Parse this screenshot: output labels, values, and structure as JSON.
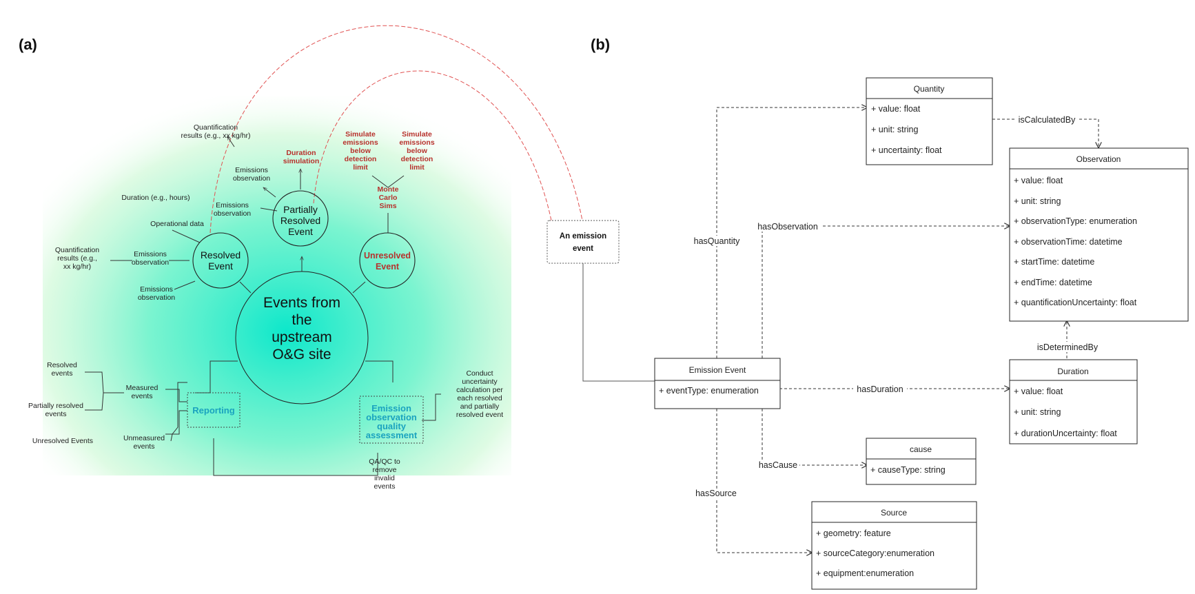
{
  "panel_a": {
    "label": "(a)",
    "central": [
      "Events from",
      "the",
      "upstream",
      "O&G site"
    ],
    "resolved": [
      "Resolved",
      "Event"
    ],
    "partially_resolved": [
      "Partially",
      "Resolved",
      "Event"
    ],
    "unresolved": [
      "Unresolved",
      "Event"
    ],
    "reporting": "Reporting",
    "emission_obs_quality": [
      "Emission",
      "observation",
      "quality",
      "assessment"
    ],
    "quantification_top": [
      "Quantification",
      "results (e.g., xx kg/hr)"
    ],
    "emissions_observation": [
      "Emissions",
      "observation"
    ],
    "duration_simulation": [
      "Duration",
      "simulation"
    ],
    "simulate_emissions": [
      "Simulate",
      "emissions",
      "below",
      "detection",
      "limit"
    ],
    "monte_carlo": [
      "Monte",
      "Carlo",
      "Sims"
    ],
    "duration_hours": "Duration (e.g., hours)",
    "operational_data": "Operational data",
    "quantification_left": [
      "Quantification",
      "results (e.g.,",
      "xx kg/hr)"
    ],
    "resolved_events": [
      "Resolved",
      "events"
    ],
    "partially_resolved_events": [
      "Partially resolved",
      "events"
    ],
    "unresolved_events": "Unresolved Events",
    "measured_events": [
      "Measured",
      "events"
    ],
    "unmeasured_events": [
      "Unmeasured",
      "events"
    ],
    "conduct_uncertainty": [
      "Conduct",
      "uncertainty",
      "calculation per",
      "each resolved",
      "and partially",
      "resolved event"
    ],
    "qaqc": [
      "QA/QC to",
      "remove",
      "invalid",
      "events"
    ],
    "an_emission_event": [
      "An emission",
      "event"
    ]
  },
  "panel_b": {
    "label": "(b)",
    "classes": {
      "quantity": {
        "name": "Quantity",
        "attrs": [
          "+ value: float",
          "+ unit: string",
          "+ uncertainty: float"
        ]
      },
      "observation": {
        "name": "Observation",
        "attrs": [
          "+ value: float",
          "+ unit: string",
          "+ observationType: enumeration",
          "+ observationTime: datetime",
          "+ startTime: datetime",
          "+ endTime: datetime",
          "+ quantificationUncertainty: float"
        ]
      },
      "emission_event": {
        "name": "Emission Event",
        "attrs": [
          "+ eventType: enumeration"
        ]
      },
      "duration": {
        "name": "Duration",
        "attrs": [
          "+ value: float",
          "+ unit: string",
          "+ durationUncertainty: float"
        ]
      },
      "cause": {
        "name": "cause",
        "attrs": [
          "+ causeType: string"
        ]
      },
      "source": {
        "name": "Source",
        "attrs": [
          "+ geometry: feature",
          "+ sourceCategory:enumeration",
          "+ equipment:enumeration"
        ]
      }
    },
    "relations": {
      "isCalculatedBy": "isCalculatedBy",
      "hasObservation": "hasObservation",
      "hasQuantity": "hasQuantity",
      "isDeterminedBy": "isDeterminedBy",
      "hasDuration": "hasDuration",
      "hasCause": "hasCause",
      "hasSource": "hasSource"
    }
  }
}
